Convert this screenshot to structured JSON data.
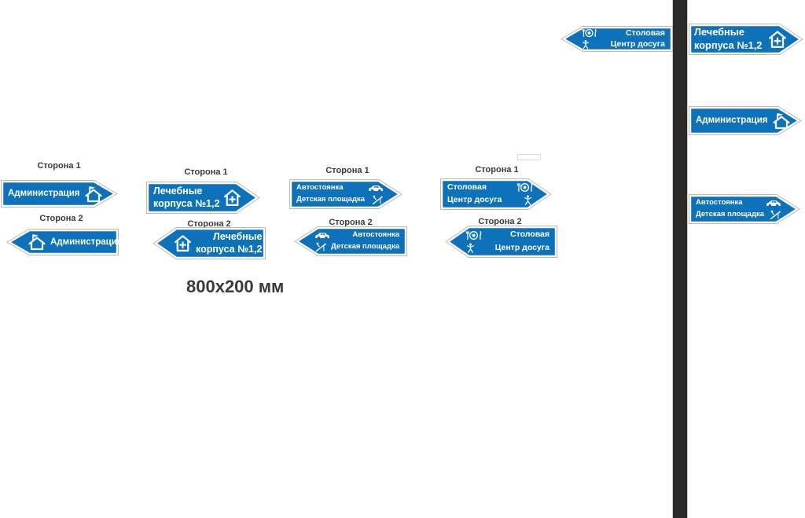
{
  "meta": {
    "dimension_label": "800x200 мм",
    "side1_label": "Сторона 1",
    "side2_label": "Сторона 2"
  },
  "colors": {
    "sign_blue": "#0e72bb",
    "sign_border": "#b9b9b9",
    "sign_face": "#ffffff",
    "pole": "#2b2a28",
    "label_text": "#3a3a3a"
  },
  "signs": {
    "col1_side1": {
      "direction": "right",
      "lines": [
        "Администрация"
      ],
      "icons": [
        "house-flag-icon"
      ]
    },
    "col1_side2": {
      "direction": "left",
      "lines": [
        "Администрация"
      ],
      "icons": [
        "house-flag-icon"
      ]
    },
    "col2_side1": {
      "direction": "right",
      "lines": [
        "Лечебные",
        "корпуса №1,2"
      ],
      "icons": [
        "house-plus-icon"
      ]
    },
    "col2_side2": {
      "direction": "left",
      "lines": [
        "Лечебные",
        "корпуса №1,2"
      ],
      "icons": [
        "house-plus-icon"
      ]
    },
    "col3_side1": {
      "direction": "right",
      "lines": [
        "Автостоянка",
        "Детская площадка"
      ],
      "icons": [
        "car-icon",
        "playground-icon"
      ]
    },
    "col3_side2": {
      "direction": "left",
      "lines": [
        "Автостоянка",
        "Детская площадка"
      ],
      "icons": [
        "car-icon",
        "playground-icon"
      ]
    },
    "col4_side1": {
      "direction": "right",
      "lines": [
        "Столовая",
        "Центр досуга"
      ],
      "icons": [
        "dining-icon",
        "leisure-icon"
      ]
    },
    "col4_side2": {
      "direction": "left",
      "lines": [
        "Столовая",
        "Центр досуга"
      ],
      "icons": [
        "dining-icon",
        "leisure-icon"
      ]
    },
    "pole_top_left": {
      "direction": "left",
      "lines": [
        "Столовая",
        "Центр досуга"
      ],
      "icons": [
        "dining-icon",
        "leisure-icon"
      ]
    },
    "pole_top_right": {
      "direction": "right",
      "lines": [
        "Лечебные",
        "корпуса №1,2"
      ],
      "icons": [
        "house-plus-icon"
      ]
    },
    "pole_admin": {
      "direction": "right",
      "lines": [
        "Администрация"
      ],
      "icons": [
        "house-flag-icon"
      ]
    },
    "pole_parking": {
      "direction": "right",
      "lines": [
        "Автостоянка",
        "Детская площадка"
      ],
      "icons": [
        "car-icon",
        "playground-icon"
      ]
    }
  }
}
